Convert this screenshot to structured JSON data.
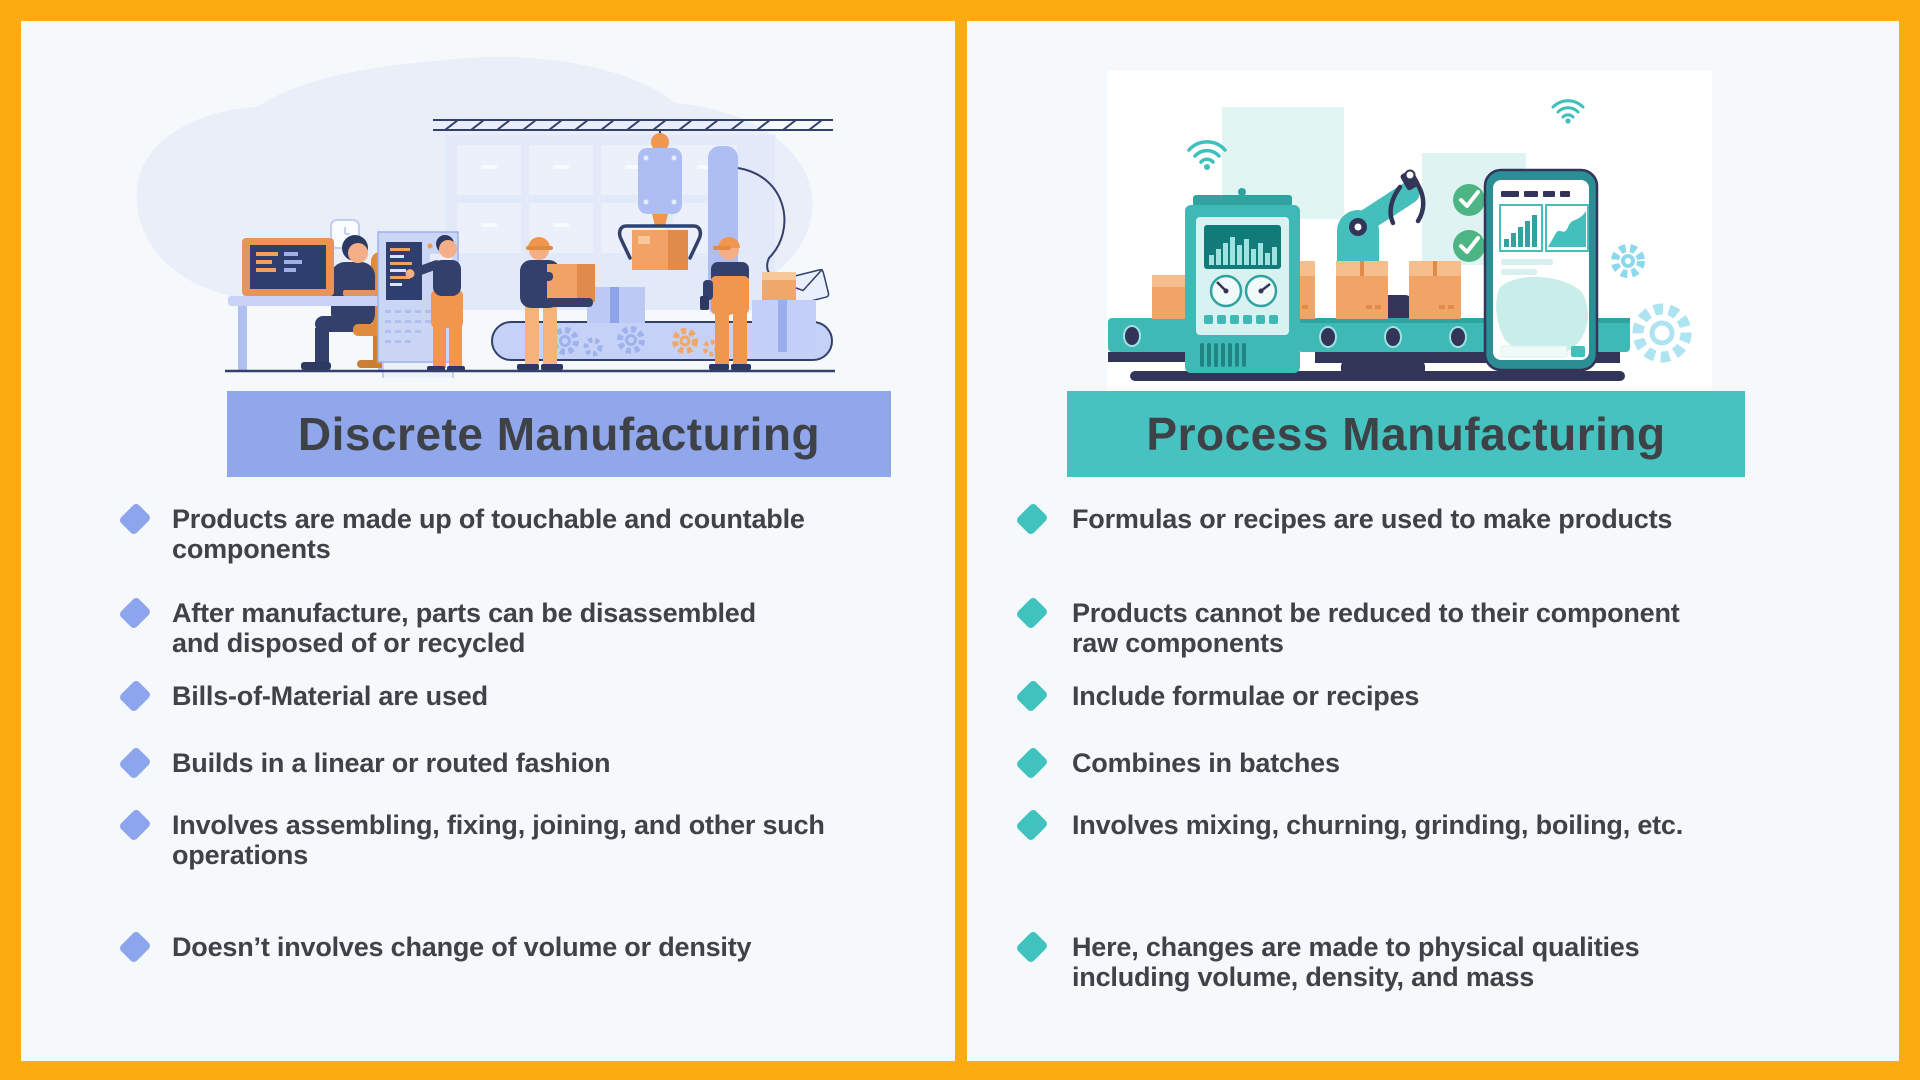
{
  "frame": {
    "border_color": "#FCAC0E",
    "panel_bg": "#F5F9FC",
    "text_color": "#3F4247",
    "title_color": "#3E4247"
  },
  "left": {
    "accent": "#90A7EC",
    "diamond_color": "#8DA5EC",
    "title": "Discrete Manufacturing",
    "bullets": [
      {
        "l1": "Products are made up of touchable and countable",
        "l2": "components"
      },
      {
        "l1": "After manufacture, parts can be disassembled",
        "l2": "and disposed of or recycled"
      },
      {
        "l1": "Bills-of-Material are used",
        "l2": ""
      },
      {
        "l1": "Builds in a linear or routed fashion",
        "l2": ""
      },
      {
        "l1": "Involves assembling, fixing, joining, and other such",
        "l2": "operations"
      },
      {
        "l1": "Doesn’t involves change of volume or density",
        "l2": ""
      }
    ]
  },
  "right": {
    "accent": "#46C3C0",
    "diamond_color": "#40C2BF",
    "title": "Process Manufacturing",
    "bullets": [
      {
        "l1": "Formulas or recipes are used to make products",
        "l2": ""
      },
      {
        "l1": "Products cannot be reduced to their component",
        "l2": "raw components"
      },
      {
        "l1": "Include formulae or recipes",
        "l2": ""
      },
      {
        "l1": "Combines in batches",
        "l2": ""
      },
      {
        "l1": "Involves mixing, churning, grinding, boiling, etc.",
        "l2": ""
      },
      {
        "l1": "Here, changes are made to physical qualities",
        "l2": "including volume, density, and mass"
      }
    ]
  },
  "illustration_colors": {
    "left_blob": "#E9EEF8",
    "navy": "#33406B",
    "orange": "#F0964F",
    "periwinkle": "#AEBDF2",
    "teal": "#3EB9B6",
    "dark_navy": "#333558",
    "box_orange": "#F0A466",
    "check_green": "#4DB583"
  }
}
